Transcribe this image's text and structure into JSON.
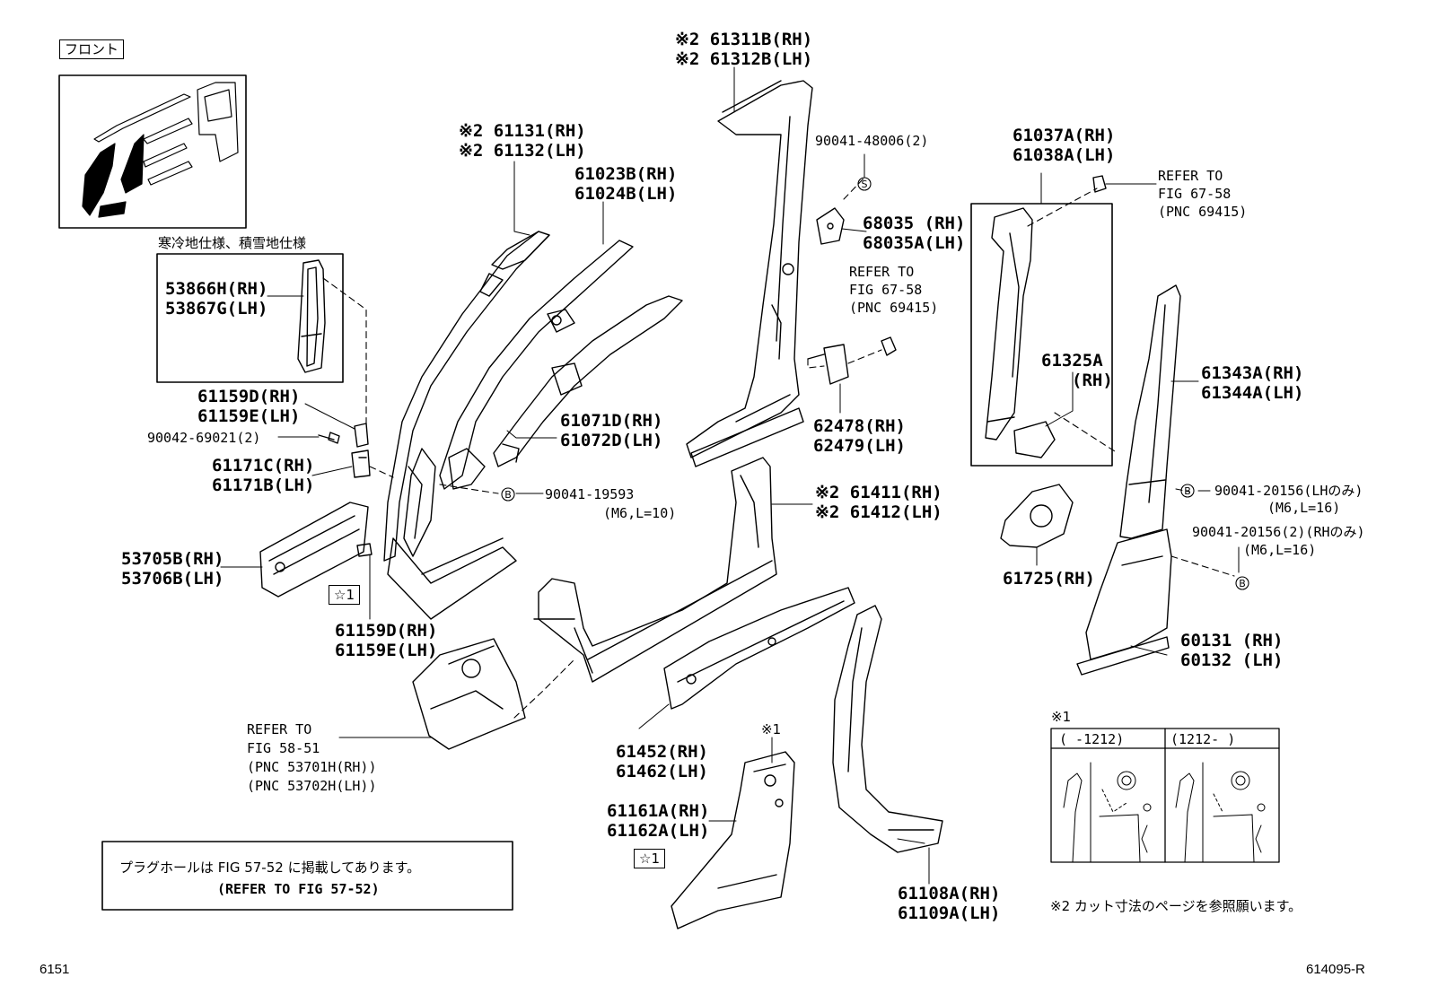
{
  "front_label": "フロント",
  "cold_spec_note": "寒冷地仕様、積雪地仕様",
  "plug_note": {
    "line1": "プラグホールは FIG 57-52 に掲載してあります。",
    "line2": "(REFER TO FIG 57-52)"
  },
  "cut_note": "※2 カット寸法のページを参照願います。",
  "footer": {
    "left": "6151",
    "right": "614095-R"
  },
  "inset_note": {
    "marker": "※1",
    "col1_head": "(      -1212)",
    "col2_head": "(1212-      )"
  },
  "star_markers": [
    "☆1",
    "☆1"
  ],
  "circle_markers": [
    "S",
    "B",
    "B",
    "B"
  ],
  "parts": [
    {
      "id": "p1",
      "lines": [
        "※2 61311B(RH)",
        "※2 61312B(LH)"
      ]
    },
    {
      "id": "p2",
      "lines": [
        "※2 61131(RH)",
        "※2 61132(LH)"
      ]
    },
    {
      "id": "p3",
      "lines": [
        "61023B(RH)",
        "61024B(LH)"
      ]
    },
    {
      "id": "p4",
      "lines": [
        "53866H(RH)",
        "53867G(LH)"
      ]
    },
    {
      "id": "p5",
      "lines": [
        "61159D(RH)",
        "61159E(LH)"
      ]
    },
    {
      "id": "p6",
      "lines": [
        "90042-69021(2)"
      ]
    },
    {
      "id": "p7",
      "lines": [
        "61171C(RH)",
        "61171B(LH)"
      ]
    },
    {
      "id": "p8",
      "lines": [
        "53705B(RH)",
        "53706B(LH)"
      ]
    },
    {
      "id": "p9",
      "lines": [
        "61159D(RH)",
        "61159E(LH)"
      ]
    },
    {
      "id": "p10",
      "lines": [
        "61071D(RH)",
        "61072D(LH)"
      ]
    },
    {
      "id": "p11",
      "lines": [
        "90041-19593",
        "(M6,L=10)"
      ]
    },
    {
      "id": "p12",
      "lines": [
        "90041-48006(2)"
      ]
    },
    {
      "id": "p13",
      "lines": [
        "68035 (RH)",
        "68035A(LH)"
      ]
    },
    {
      "id": "p14",
      "lines": [
        "REFER TO",
        "FIG 67-58",
        "(PNC 69415)"
      ]
    },
    {
      "id": "p15",
      "lines": [
        "62478(RH)",
        "62479(LH)"
      ]
    },
    {
      "id": "p16",
      "lines": [
        "※2 61411(RH)",
        "※2 61412(LH)"
      ]
    },
    {
      "id": "p17",
      "lines": [
        "61037A(RH)",
        "61038A(LH)"
      ]
    },
    {
      "id": "p18",
      "lines": [
        "REFER TO",
        "FIG 67-58",
        "(PNC 69415)"
      ]
    },
    {
      "id": "p19",
      "lines": [
        "61325A",
        "(RH)"
      ]
    },
    {
      "id": "p20",
      "lines": [
        "61343A(RH)",
        "61344A(LH)"
      ]
    },
    {
      "id": "p21",
      "lines": [
        "90041-20156(LHのみ)",
        "(M6,L=16)"
      ]
    },
    {
      "id": "p22",
      "lines": [
        "90041-20156(2)(RHのみ)",
        "(M6,L=16)"
      ]
    },
    {
      "id": "p23",
      "lines": [
        "61725(RH)"
      ]
    },
    {
      "id": "p24",
      "lines": [
        "60131 (RH)",
        "60132 (LH)"
      ]
    },
    {
      "id": "p25",
      "lines": [
        "REFER TO",
        "FIG 58-51",
        "(PNC 53701H(RH))",
        "(PNC 53702H(LH))"
      ]
    },
    {
      "id": "p26",
      "lines": [
        "61452(RH)",
        "61462(LH)"
      ]
    },
    {
      "id": "p27",
      "lines": [
        "※1"
      ]
    },
    {
      "id": "p28",
      "lines": [
        "61161A(RH)",
        "61162A(LH)"
      ]
    },
    {
      "id": "p29",
      "lines": [
        "61108A(RH)",
        "61109A(LH)"
      ]
    }
  ]
}
